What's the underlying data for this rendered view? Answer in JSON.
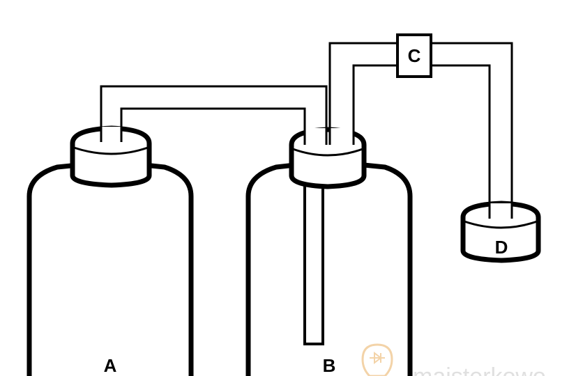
{
  "labels": {
    "a": "A",
    "b": "B",
    "c": "C",
    "d": "D"
  },
  "watermark": {
    "text": "majsterkowo",
    "icon": "lightbulb-diode-icon",
    "bulb_color": "#f3d3a8",
    "text_color": "#e0e0e0"
  }
}
